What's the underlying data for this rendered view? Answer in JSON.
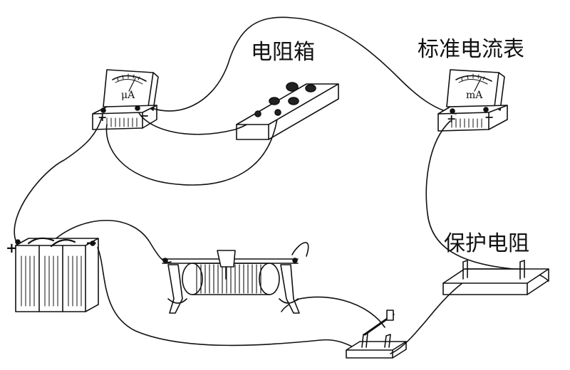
{
  "labels": {
    "resistance_box": "电阻箱",
    "standard_ammeter": "标准电流表",
    "protective_resistor": "保护电阻"
  },
  "meters": {
    "micro_ammeter_unit": "μA",
    "milli_ammeter_unit": "mA"
  },
  "terminals": {
    "plus": "+",
    "minus": "−"
  }
}
